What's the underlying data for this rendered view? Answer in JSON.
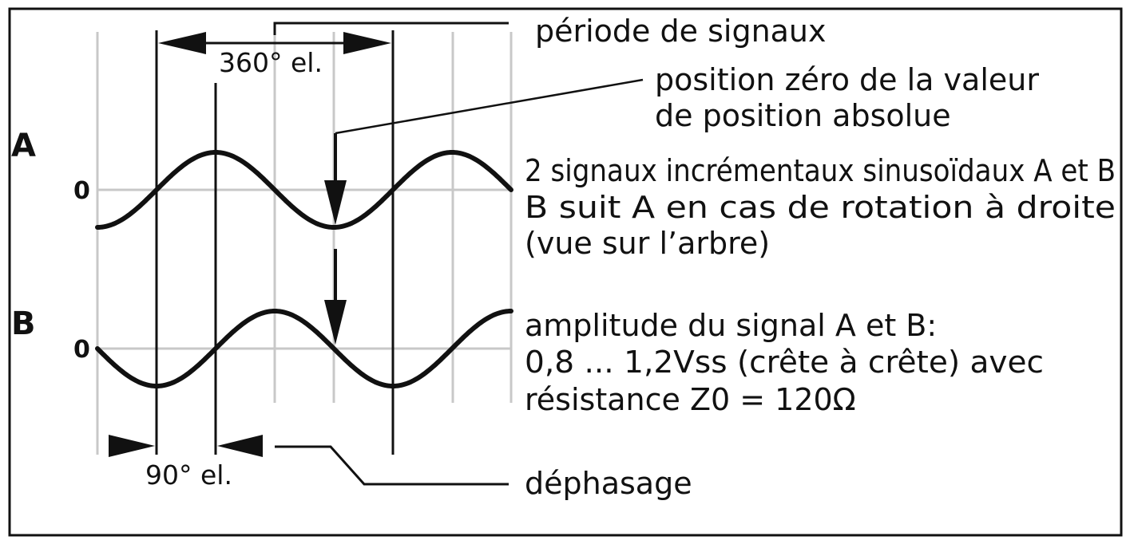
{
  "diagram": {
    "signal_a_label": "A",
    "signal_b_label": "B",
    "zero_a": "0",
    "zero_b": "0",
    "period_degrees": "360° el.",
    "phase_degrees": "90° el.",
    "period_label": "période de signaux",
    "zero_position_line1": "position zéro de la valeur",
    "zero_position_line2": "de position absolue",
    "signals_line1": "2 signaux incrémentaux sinusoïdaux A et B",
    "signals_line2": "B suit A en cas de rotation à droite",
    "signals_line3": "(vue sur l’arbre)",
    "amplitude_line1": "amplitude du signal A et B:",
    "amplitude_line2": "0,8 ... 1,2Vss (crête à crête) avec",
    "amplitude_line3": "résistance Z0 = 120Ω",
    "phase_shift_label": "déphasage",
    "colors": {
      "line": "#111111",
      "grid": "#c8c8c8",
      "border": "#111111"
    }
  }
}
